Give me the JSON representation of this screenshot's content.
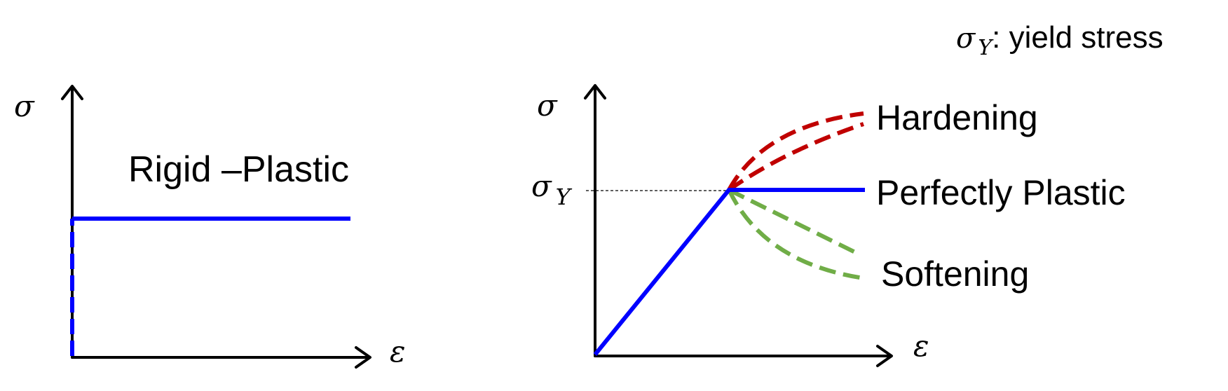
{
  "legend": {
    "symbol": "σ",
    "subscript": "Y",
    "text": ": yield stress"
  },
  "left_diagram": {
    "y_axis_label": "σ",
    "x_axis_label": "ε",
    "curve_label": "Rigid –Plastic"
  },
  "right_diagram": {
    "y_axis_label": "σ",
    "x_axis_label": "ε",
    "yield_symbol": "σ",
    "yield_subscript": "Y",
    "curves": {
      "hardening": "Hardening",
      "perfectly_plastic": "Perfectly Plastic",
      "softening": "Softening"
    }
  },
  "colors": {
    "axes": "#000000",
    "elastic_plastic": "#0000ff",
    "hardening": "#c00000",
    "softening": "#70ad47"
  }
}
